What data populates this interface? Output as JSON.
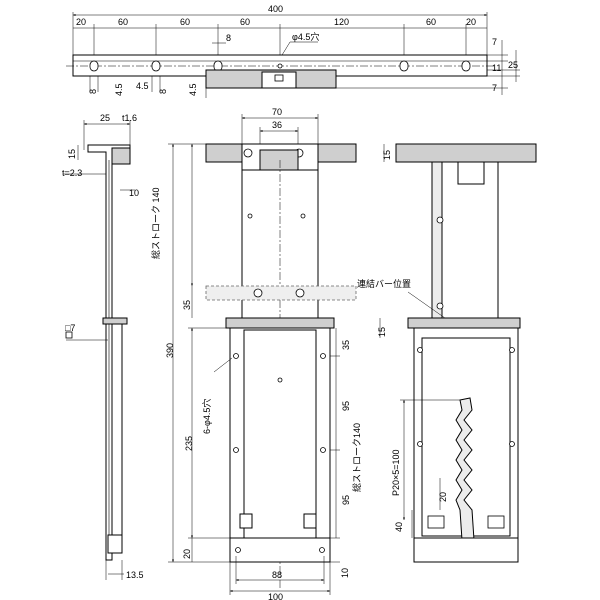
{
  "top_view": {
    "overall": "400",
    "spacings": [
      "20",
      "60",
      "60",
      "60",
      "120",
      "60",
      "20"
    ],
    "slot_width": "8",
    "hole_note": "φ4.5穴",
    "right_dims": [
      "7",
      "11",
      "25",
      "7"
    ],
    "bottom_dims": [
      "8",
      "4.5",
      "4.5",
      "8",
      "4.5"
    ]
  },
  "side_view": {
    "top_dims": [
      "25",
      "t1.6"
    ],
    "flange": "15",
    "thickness": "t=2.3",
    "offset": "10",
    "slot_symbol": "□7",
    "bottom_dim": "13.5"
  },
  "front_view": {
    "top_width": "70",
    "inner_width": "36",
    "stroke_label": "総ストローク 140",
    "dim_35": "35",
    "overall_height": "390",
    "lower_height": "235",
    "bottom_offset": "20",
    "hole_note": "6-φ4.5穴",
    "right_dims": [
      "35",
      "95",
      "95",
      "10"
    ],
    "bottom_widths": [
      "88",
      "100"
    ]
  },
  "rear_view": {
    "flange": "15",
    "connect_label": "連結バー位置",
    "connect_dim": "15",
    "stroke_label": "総ストローク140",
    "pitch_label": "P20×5=100",
    "notch_dim": "20",
    "bottom_dim": "40"
  }
}
